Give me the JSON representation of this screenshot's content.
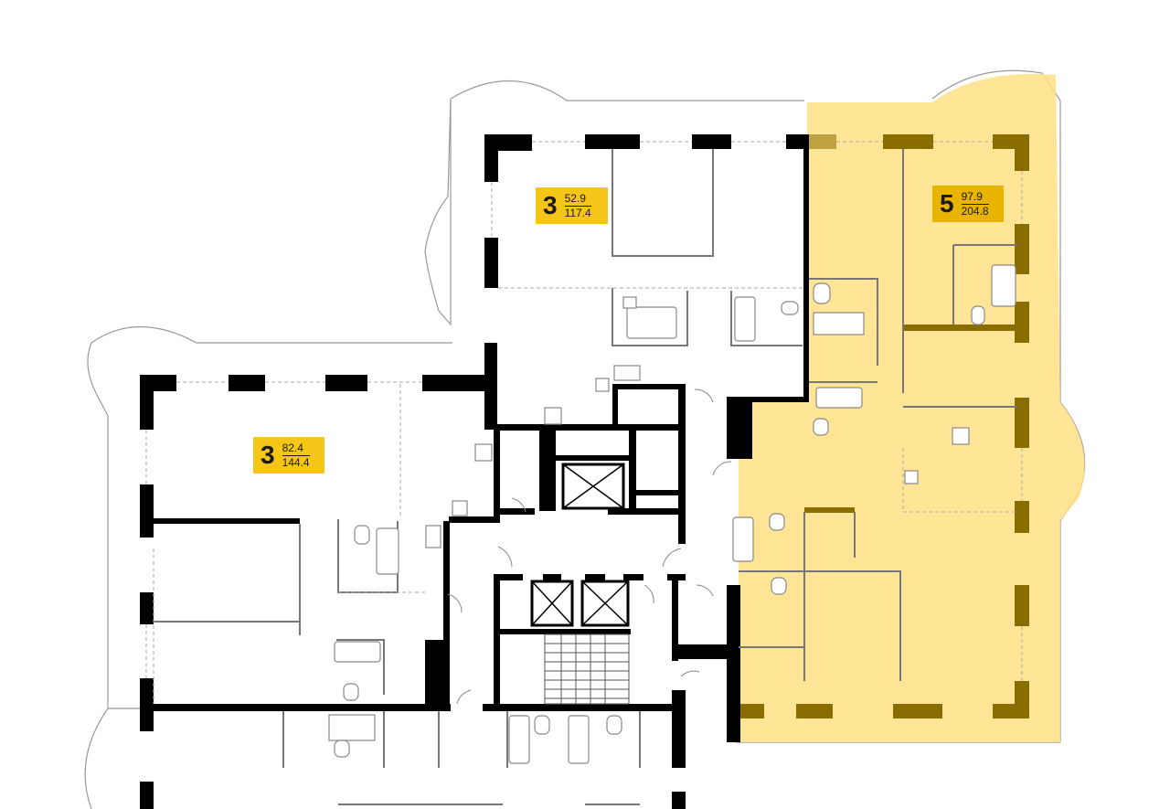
{
  "apartments": [
    {
      "id": "apt-top-middle",
      "rooms": "3",
      "living_area": "52.9",
      "total_area": "117.4",
      "highlighted": false
    },
    {
      "id": "apt-right",
      "rooms": "5",
      "living_area": "97.9",
      "total_area": "204.8",
      "highlighted": true
    },
    {
      "id": "apt-left",
      "rooms": "3",
      "living_area": "82.4",
      "total_area": "144.4",
      "highlighted": false
    }
  ],
  "colors": {
    "badge": "#f5c518",
    "highlight": "#ffe082",
    "wall": "#000000"
  }
}
